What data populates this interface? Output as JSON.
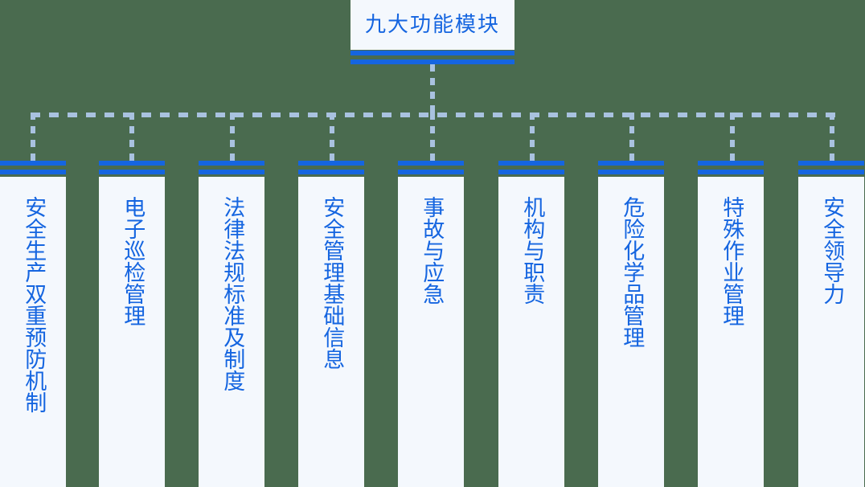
{
  "diagram": {
    "type": "org-tree",
    "orientation": "top-down",
    "background_color": "#4a6b4f",
    "accent_color": "#1565e0",
    "panel_color": "#f4f8fd",
    "connector_color": "#a9c2e0",
    "root": {
      "label": "九大功能模块"
    },
    "children": [
      {
        "id": "node-1",
        "label": "安全生产双重预防机制"
      },
      {
        "id": "node-2",
        "label": "电子巡检管理"
      },
      {
        "id": "node-3",
        "label": "法律法规标准及制度"
      },
      {
        "id": "node-4",
        "label": "安全管理基础信息"
      },
      {
        "id": "node-5",
        "label": "事故与应急"
      },
      {
        "id": "node-6",
        "label": "机构与职责"
      },
      {
        "id": "node-7",
        "label": "危险化学品管理"
      },
      {
        "id": "node-8",
        "label": "特殊作业管理"
      },
      {
        "id": "node-9",
        "label": "安全领导力"
      }
    ]
  }
}
